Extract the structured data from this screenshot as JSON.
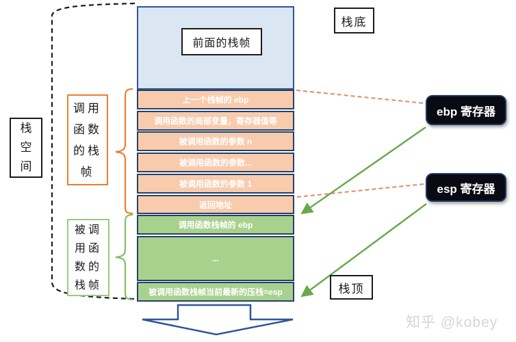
{
  "labels": {
    "stack_space": "栈空间",
    "stack_bottom": "栈底",
    "stack_top": "栈顶",
    "caller_frame": "调用函数的栈帧",
    "callee_frame": "被调用函数的栈帧",
    "ebp_register": "ebp 寄存器",
    "esp_register": "esp 寄存器"
  },
  "stack": {
    "previous_frame_label": "前面的栈帧",
    "rows": [
      {
        "label": "上一个栈帧的 ebp",
        "type": "orange"
      },
      {
        "label": "调用函数的局部变量，寄存器值等",
        "type": "orange"
      },
      {
        "label": "被调用函数的参数 n",
        "type": "orange"
      },
      {
        "label": "被调用函数的参数...",
        "type": "orange"
      },
      {
        "label": "被调用函数的参数 1",
        "type": "orange"
      },
      {
        "label": "返回地址",
        "type": "orange"
      },
      {
        "label": "调用函数栈帧的 ebp",
        "type": "green"
      },
      {
        "label": "...",
        "type": "green"
      },
      {
        "label": "被调用函数栈帧当前最新的压栈=esp",
        "type": "green"
      }
    ]
  },
  "watermark": "知乎 @kobey",
  "colors": {
    "frame_blue_fill": "#dae6f2",
    "row_orange_fill": "#f8cbad",
    "row_green_fill": "#a9d18e",
    "row_border_navy": "#24406b",
    "column_border_blue": "#2f5597",
    "caller_accent_orange": "#ed7d31",
    "callee_accent_green": "#9dc97f",
    "arrow_green": "#6aa84f",
    "connector_dashed_orange": "#d98b68",
    "register_box_black": "#0a0a12",
    "watermark_gray": "#d6d6d6"
  }
}
